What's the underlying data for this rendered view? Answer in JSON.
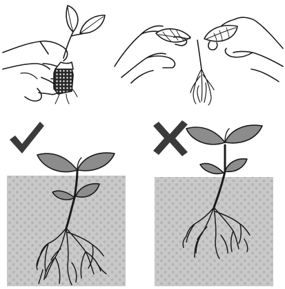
{
  "panels": {
    "top_left": {
      "icon": "hand-holding-seedling-by-root-ball"
    },
    "top_right": {
      "icon": "hands-holding-seedling-by-leaves"
    },
    "bottom_left": {
      "status_icon": "checkmark-icon",
      "status": "correct"
    },
    "bottom_right": {
      "status_icon": "cross-icon",
      "status": "incorrect"
    }
  },
  "colors": {
    "ink": "#1a1a1a",
    "leaf": "#8c8c8c",
    "soil": "#c9c9c9",
    "soil_dot": "#b3b3b3",
    "status_mark": "#3a3a3a",
    "background": "#ffffff"
  }
}
